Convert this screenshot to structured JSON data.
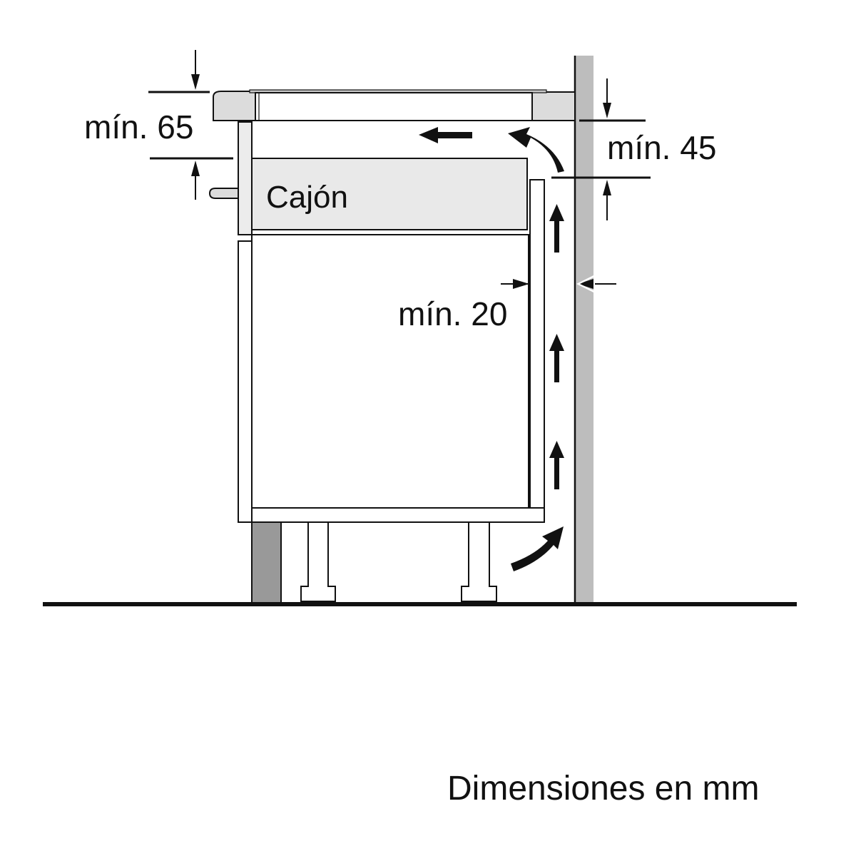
{
  "diagram": {
    "type": "cooktop installation clearance diagram",
    "labels": {
      "drawer": "Cajón",
      "min_65": "mín. 65",
      "min_45": "mín. 45",
      "min_20": "mín. 20",
      "units_note": "Dimensiones en mm"
    },
    "dimensions_mm": {
      "worktop_to_drawer_min": 65,
      "cooktop_underside_to_rear_opening_min": 45,
      "rear_panel_to_wall_gap_min": 20
    },
    "airflow": {
      "direction": "Air enters under the cabinet at the back, rises in the rear gap, and flows forward over the drawer beneath the cooktop",
      "arrows": [
        "floor-to-rear-gap",
        "up-1",
        "up-2",
        "up-3",
        "top-curve-forward",
        "forward-under-cooktop"
      ]
    },
    "colors": {
      "line": "#111111",
      "wall": "#bdbdbd",
      "plinth": "#999999",
      "worktop": "#dcdcdc",
      "drawer": "#e9e9e9",
      "background": "#ffffff"
    }
  }
}
